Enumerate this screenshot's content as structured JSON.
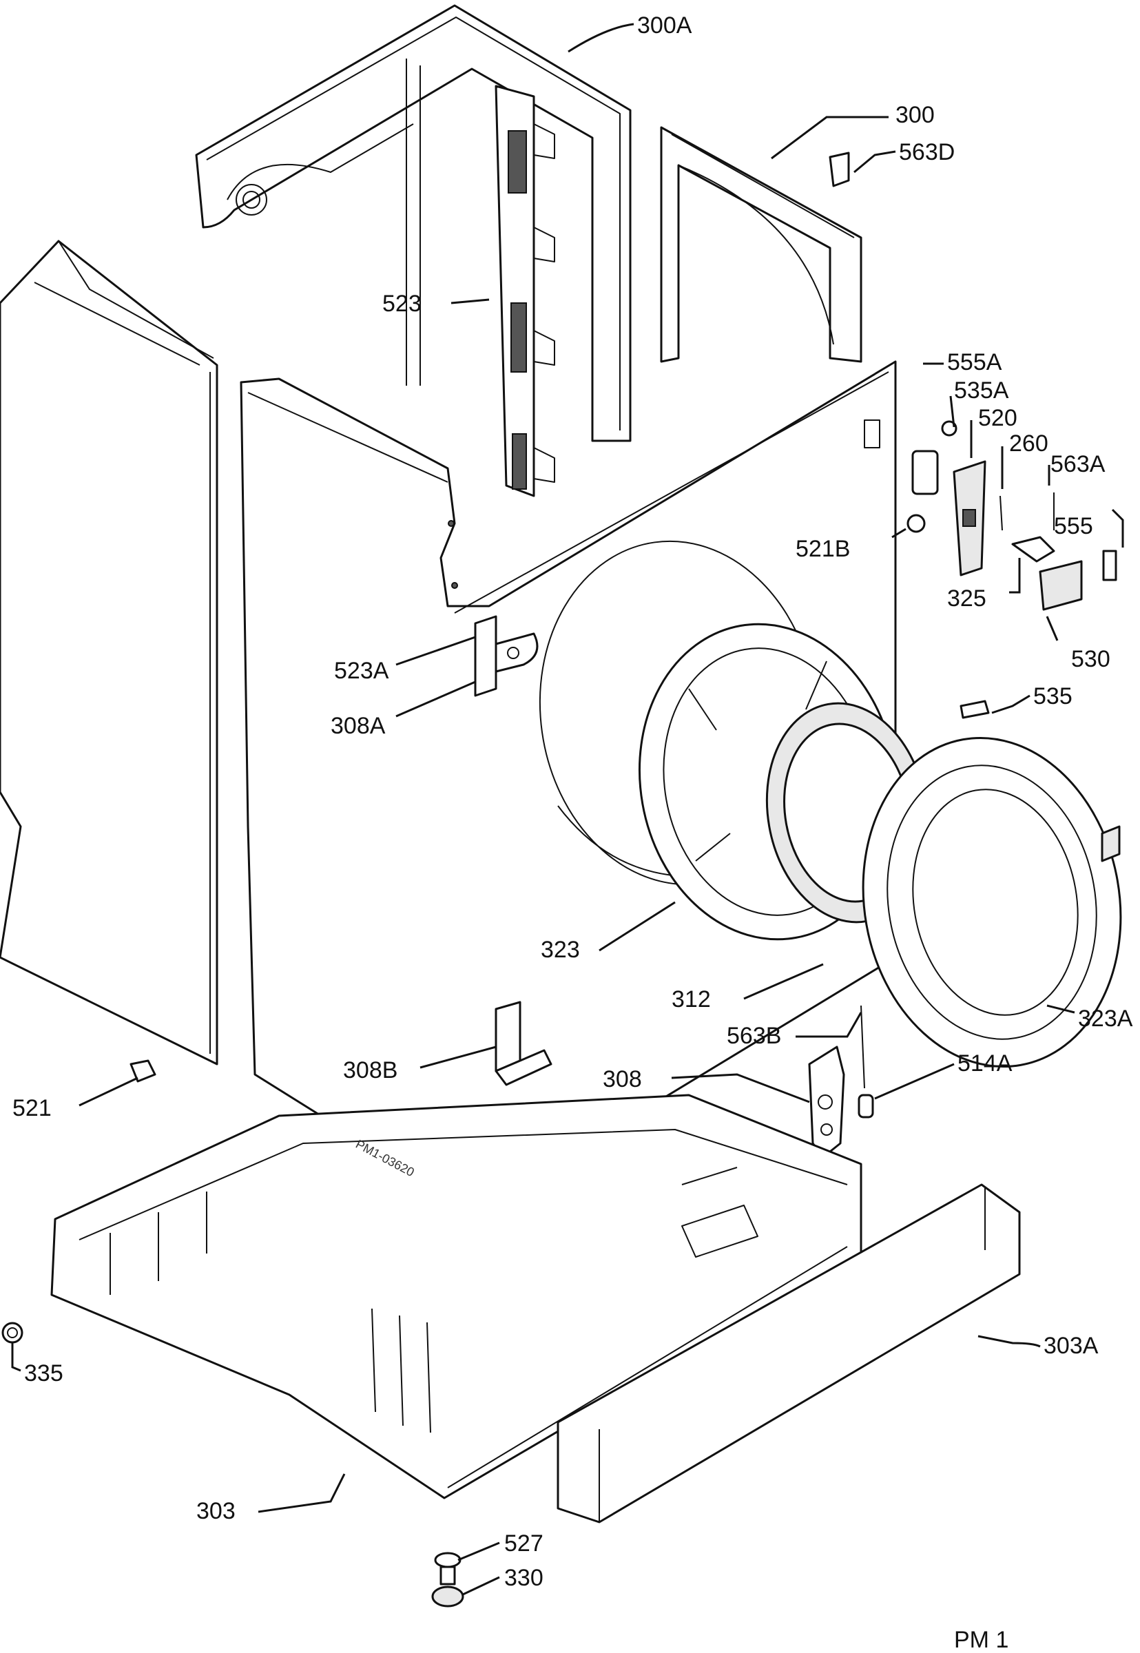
{
  "figure_code": "PM 1",
  "drawing_number": "PM1-03620",
  "parts": [
    {
      "id": "300A",
      "label": "300A"
    },
    {
      "id": "300",
      "label": "300"
    },
    {
      "id": "563D",
      "label": "563D"
    },
    {
      "id": "523",
      "label": "523"
    },
    {
      "id": "555A",
      "label": "555A"
    },
    {
      "id": "535A",
      "label": "535A"
    },
    {
      "id": "520",
      "label": "520"
    },
    {
      "id": "260",
      "label": "260"
    },
    {
      "id": "563A",
      "label": "563A"
    },
    {
      "id": "555",
      "label": "555"
    },
    {
      "id": "521B",
      "label": "521B"
    },
    {
      "id": "325",
      "label": "325"
    },
    {
      "id": "530",
      "label": "530"
    },
    {
      "id": "523A",
      "label": "523A"
    },
    {
      "id": "535",
      "label": "535"
    },
    {
      "id": "308A",
      "label": "308A"
    },
    {
      "id": "323",
      "label": "323"
    },
    {
      "id": "312",
      "label": "312"
    },
    {
      "id": "323A",
      "label": "323A"
    },
    {
      "id": "563B",
      "label": "563B"
    },
    {
      "id": "308B",
      "label": "308B"
    },
    {
      "id": "514A",
      "label": "514A"
    },
    {
      "id": "308",
      "label": "308"
    },
    {
      "id": "521",
      "label": "521"
    },
    {
      "id": "303A",
      "label": "303A"
    },
    {
      "id": "335",
      "label": "335"
    },
    {
      "id": "303",
      "label": "303"
    },
    {
      "id": "527",
      "label": "527"
    },
    {
      "id": "330",
      "label": "330"
    }
  ]
}
